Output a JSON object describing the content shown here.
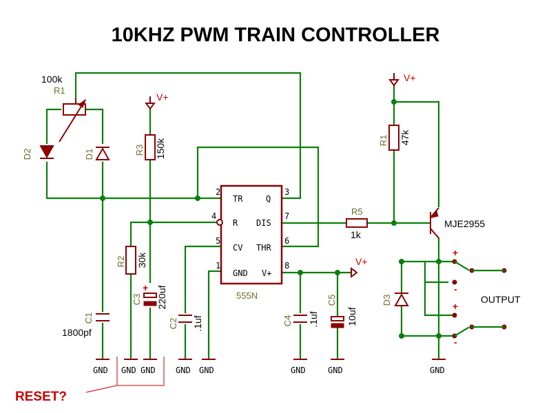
{
  "title": "10KHZ PWM TRAIN CONTROLLER",
  "ic": {
    "name": "555N",
    "pins": {
      "tr": "TR",
      "q": "Q",
      "r": "R",
      "dis": "DIS",
      "cv": "CV",
      "thr": "THR",
      "gnd": "GND",
      "vplus": "V+"
    },
    "pin_numbers": {
      "p2": "2",
      "p3": "3",
      "p4": "4",
      "p7": "7",
      "p5": "5",
      "p6": "6",
      "p1": "1",
      "p8": "8"
    }
  },
  "components": {
    "r1_pot": {
      "ref": "R1",
      "value": "100k"
    },
    "d1": {
      "ref": "D1"
    },
    "d2": {
      "ref": "D2"
    },
    "r3": {
      "ref": "R3",
      "value": "150k"
    },
    "r2": {
      "ref": "R2",
      "value": "30k"
    },
    "c1": {
      "ref": "C1",
      "value": "1800pf"
    },
    "c3": {
      "ref": "C3",
      "value": "220uf"
    },
    "c2": {
      "ref": "C2",
      "value": ".1uf"
    },
    "c4": {
      "ref": "C4",
      "value": ".1uf"
    },
    "c5": {
      "ref": "C5",
      "value": "10uf"
    },
    "r5": {
      "ref": "R5",
      "value": "1k"
    },
    "r1_right": {
      "ref": "R1",
      "value": "47k"
    },
    "transistor": {
      "value": "MJE2955"
    },
    "d3": {
      "ref": "D3"
    }
  },
  "supply_label": "V+",
  "ground_label": "GND",
  "output_label": "OUTPUT",
  "reset_label": "RESET?",
  "polarity": {
    "plus": "+",
    "minus": "-"
  },
  "colors": {
    "wire": "#0a7f0a",
    "component": "#8b0000",
    "supply": "#cc0000",
    "reset": "#cc0000"
  }
}
